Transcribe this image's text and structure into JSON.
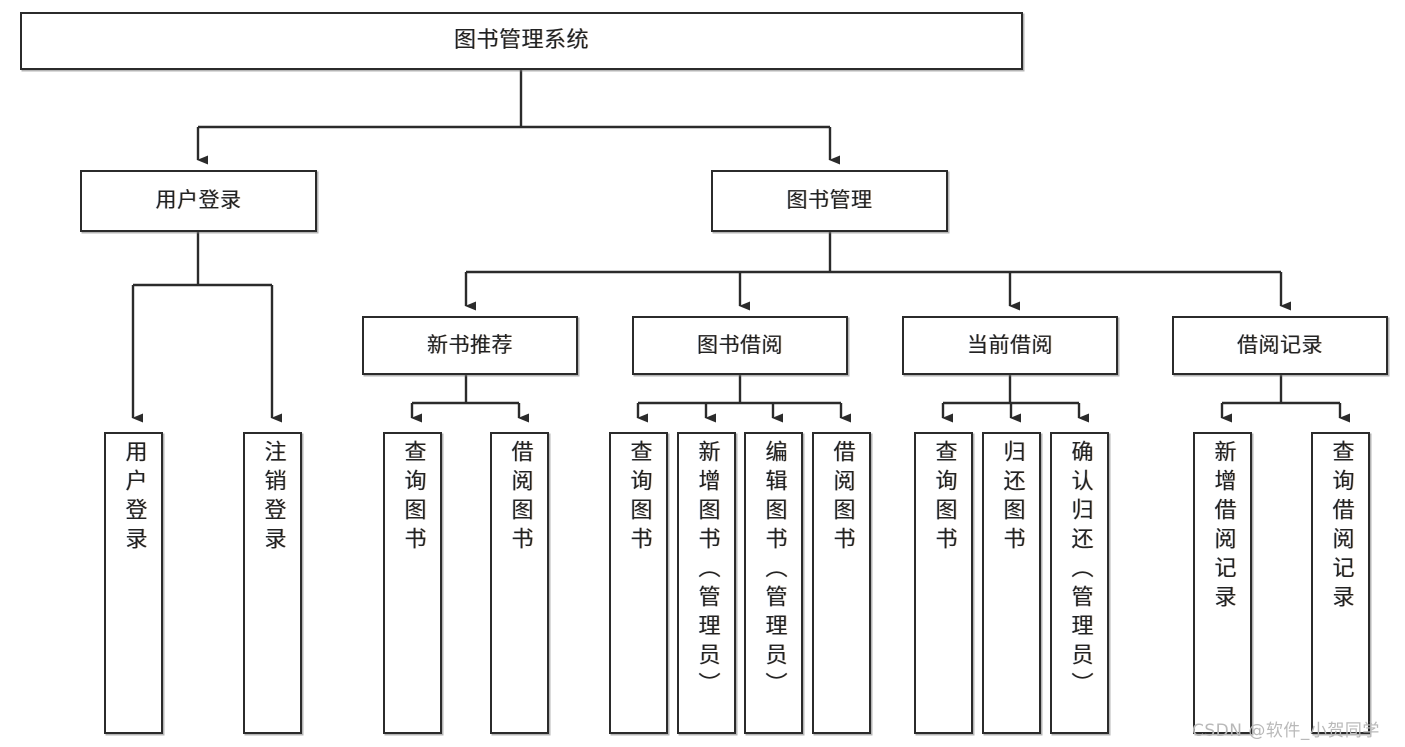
{
  "diagram": {
    "title": "图书管理系统",
    "type": "hierarchy-tree",
    "colors": {
      "box_border": "#2b2b2b",
      "box_fill": "#ffffff",
      "edge": "#2b2b2b",
      "text": "#222222",
      "watermark": "#b9b9b9"
    },
    "root": {
      "label": "图书管理系统"
    },
    "level2": [
      {
        "label": "用户登录"
      },
      {
        "label": "图书管理"
      }
    ],
    "level3": [
      {
        "label": "新书推荐"
      },
      {
        "label": "图书借阅"
      },
      {
        "label": "当前借阅"
      },
      {
        "label": "借阅记录"
      }
    ],
    "leaves": {
      "user_login": [
        {
          "label": "用户登录"
        },
        {
          "label": "注销登录"
        }
      ],
      "new_book_recommend": [
        {
          "label": "查询图书"
        },
        {
          "label": "借阅图书"
        }
      ],
      "book_borrow": [
        {
          "label": "查询图书"
        },
        {
          "label": "新增图书（管理员）"
        },
        {
          "label": "编辑图书（管理员）"
        },
        {
          "label": "借阅图书"
        }
      ],
      "current_borrow": [
        {
          "label": "查询图书"
        },
        {
          "label": "归还图书"
        },
        {
          "label": "确认归还（管理员）"
        }
      ],
      "borrow_record": [
        {
          "label": "新增借阅记录"
        },
        {
          "label": "查询借阅记录"
        }
      ]
    }
  },
  "watermark": {
    "text": "CSDN @软件_小贺同学"
  }
}
